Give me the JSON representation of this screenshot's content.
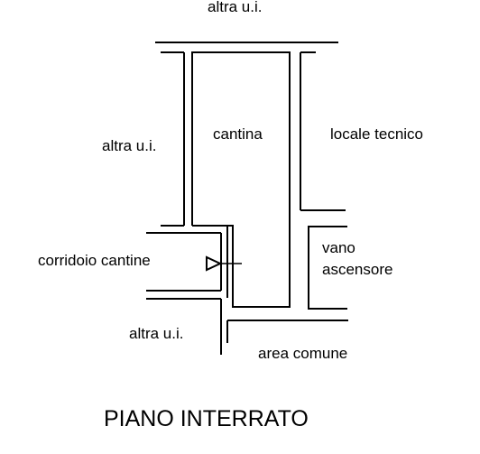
{
  "labels": {
    "top_neighbor": "altra u.i.",
    "left_neighbor": "altra u.i.",
    "cellar": "cantina",
    "tech_room": "locale tecnico",
    "corridor": "corridoio cantine",
    "elevator_line1": "vano",
    "elevator_line2": "ascensore",
    "bottom_neighbor": "altra u.i.",
    "common_area": "area comune"
  },
  "title": "PIANO INTERRATO",
  "colors": {
    "line": "#000000",
    "background": "#ffffff"
  }
}
